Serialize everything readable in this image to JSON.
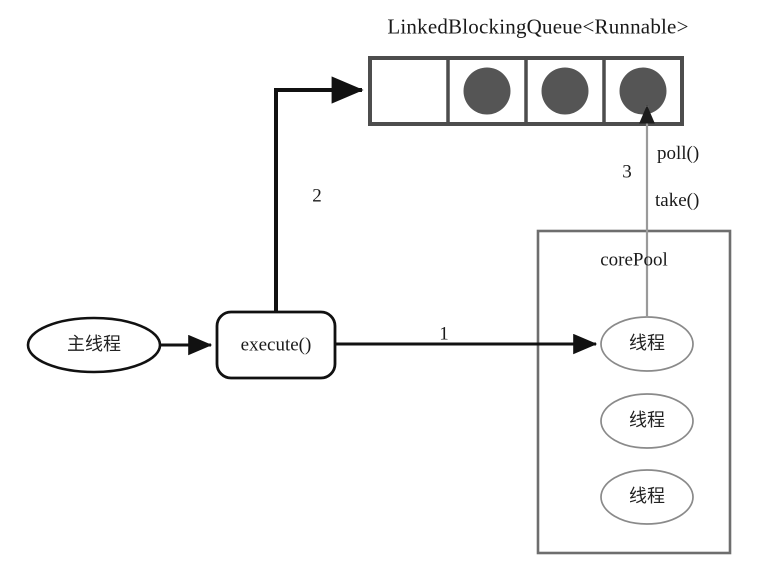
{
  "diagram": {
    "title": "LinkedBlockingQueue<Runnable>",
    "queue": {
      "name": "linked-blocking-queue",
      "cells": [
        {
          "filled": false,
          "label": ""
        },
        {
          "filled": true,
          "label": ""
        },
        {
          "filled": true,
          "label": ""
        },
        {
          "filled": true,
          "label": ""
        }
      ],
      "border_color": "#4d4d4d",
      "task_color": "#555555"
    },
    "nodes": {
      "main_thread": "主线程",
      "execute": "execute()",
      "core_pool": "corePool",
      "threads": [
        "线程",
        "线程",
        "线程"
      ]
    },
    "steps": {
      "submit": "1",
      "enqueue": "2",
      "dequeue": "3"
    },
    "methods": {
      "poll": "poll()",
      "take": "take()"
    },
    "colors": {
      "stroke_dark": "#111111",
      "stroke_gray": "#808080",
      "stroke_box": "#6e6e6e",
      "task_fill": "#555555",
      "background": "#ffffff"
    }
  }
}
